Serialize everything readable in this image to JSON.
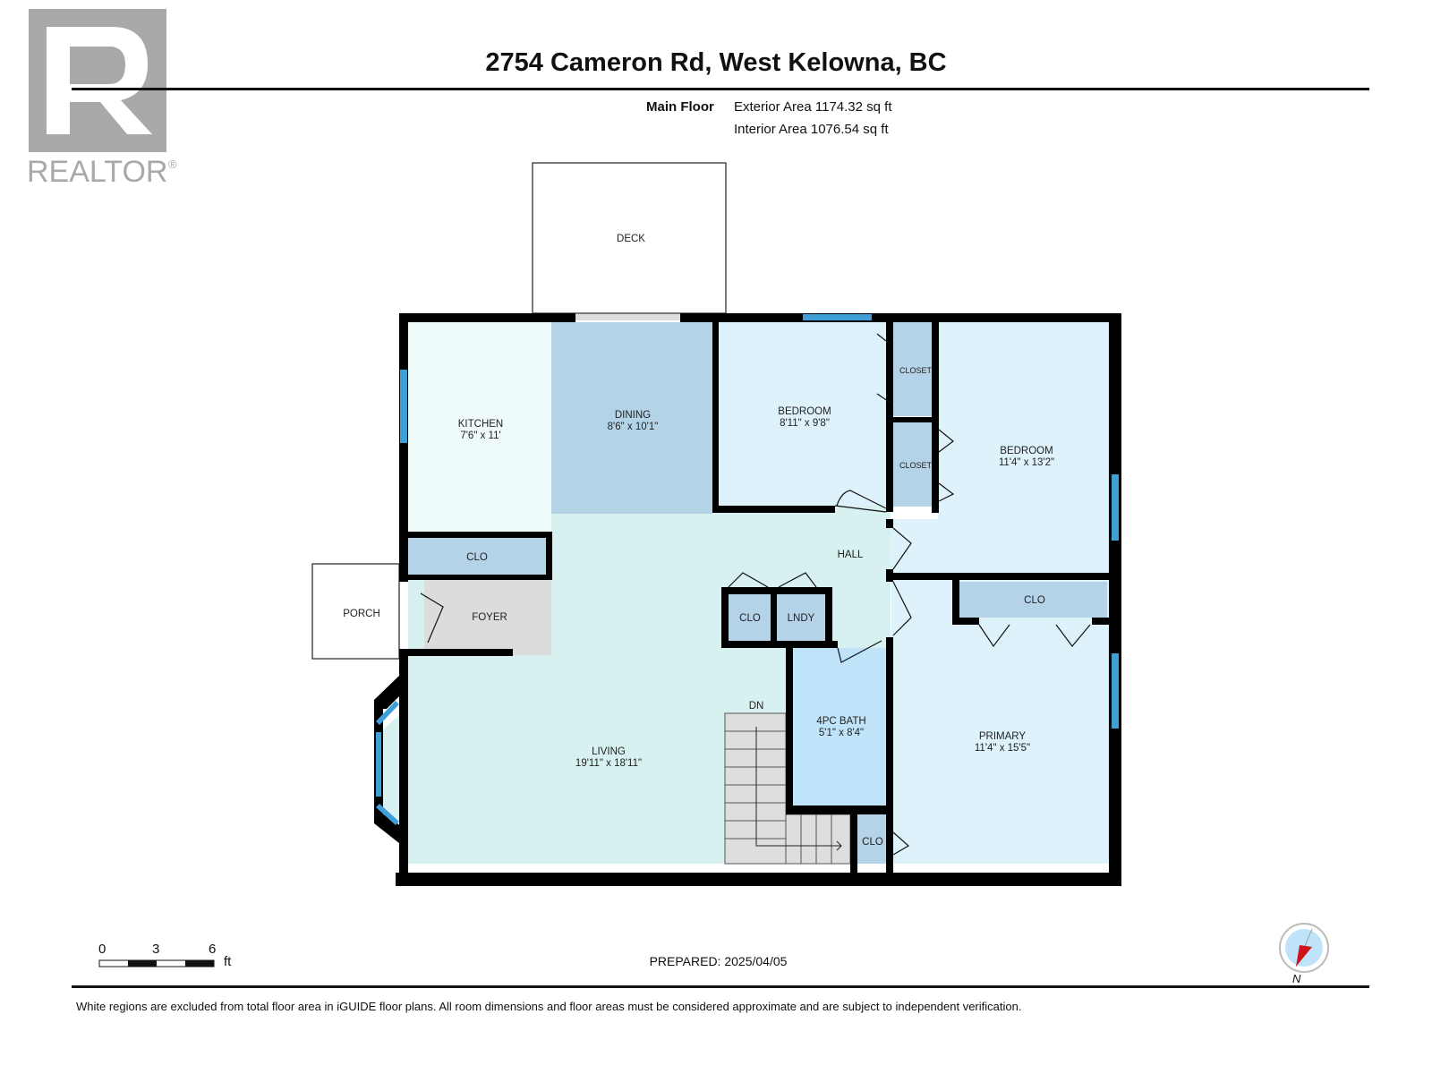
{
  "logo": {
    "text": "REALTOR®"
  },
  "header": {
    "title": "2754 Cameron Rd, West Kelowna, BC"
  },
  "floor": {
    "name": "Main Floor",
    "exterior_area": "Exterior Area 1174.32 sq ft",
    "interior_area": "Interior Area 1076.54 sq ft"
  },
  "rooms": {
    "deck": {
      "name": "DECK"
    },
    "kitchen": {
      "name": "KITCHEN",
      "dims": "7'6\" x 11'"
    },
    "dining": {
      "name": "DINING",
      "dims": "8'6\" x 10'1\""
    },
    "bedroom1": {
      "name": "BEDROOM",
      "dims": "8'11\" x 9'8\""
    },
    "closet1": {
      "name": "CLOSET"
    },
    "closet2": {
      "name": "CLOSET"
    },
    "bedroom2": {
      "name": "BEDROOM",
      "dims": "11'4\" x 13'2\""
    },
    "kitchen_clo": {
      "name": "CLO"
    },
    "hall": {
      "name": "HALL"
    },
    "porch": {
      "name": "PORCH"
    },
    "foyer": {
      "name": "FOYER"
    },
    "hall_clo": {
      "name": "CLO"
    },
    "laundry": {
      "name": "LNDY"
    },
    "primary_clo": {
      "name": "CLO"
    },
    "living": {
      "name": "LIVING",
      "dims": "19'11\" x 18'11\""
    },
    "stairs": {
      "name": "DN"
    },
    "bath": {
      "name": "4PC BATH",
      "dims": "5'1\" x 8'4\""
    },
    "primary": {
      "name": "PRIMARY",
      "dims": "11'4\" x 15'5\""
    },
    "bath_clo": {
      "name": "CLO"
    }
  },
  "scale": {
    "ticks": [
      "0",
      "3",
      "6"
    ],
    "unit": "ft"
  },
  "compass": {
    "label": "N"
  },
  "footer": {
    "prepared": "PREPARED: 2025/04/05",
    "disclaimer": "White regions are excluded from total floor area in iGUIDE floor plans. All room dimensions and floor areas must be considered approximate and are subject to independent verification."
  },
  "colors": {
    "wall": "#000000",
    "window": "#3d9fd6",
    "bedroom": "#def2fb",
    "closet": "#b4d3e8",
    "living": "#d7f0f0",
    "foyer": "#dcdcdc",
    "bath": "#bfe4fa",
    "dining": "#b3d3e7",
    "kitchen": "#effbfb"
  }
}
